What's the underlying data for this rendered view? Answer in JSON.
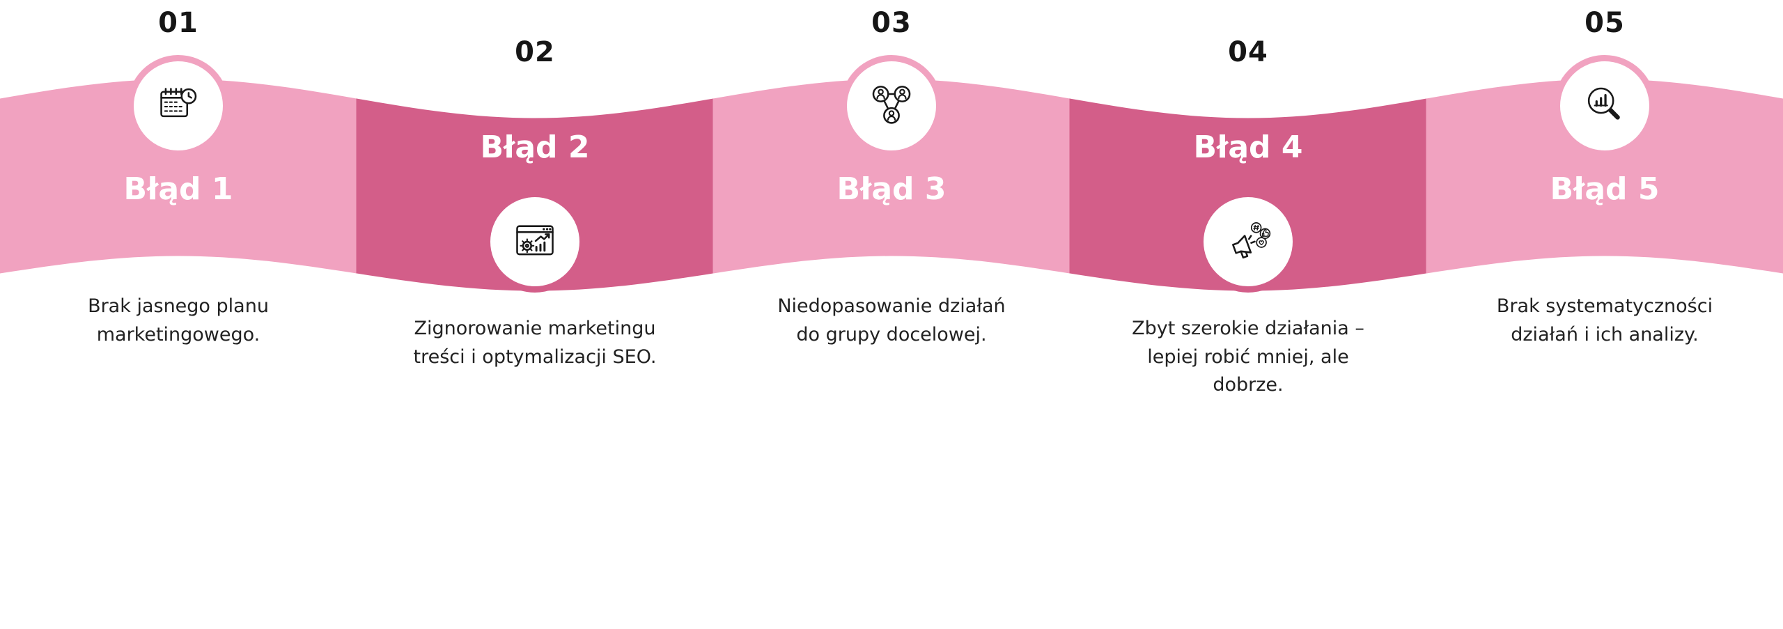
{
  "colors": {
    "light_pink": "#F1A2C0",
    "dark_pink": "#D35E89",
    "number_text": "#161616",
    "label_text": "#FFFFFF",
    "description_text": "#222222",
    "background": "#FFFFFF",
    "icon_stroke": "#191919"
  },
  "steps": [
    {
      "number": "01",
      "label": "Błąd 1",
      "description": "Brak jasnego planu marketingowego.",
      "icon": "calendar-clock-icon",
      "position": "top"
    },
    {
      "number": "02",
      "label": "Błąd 2",
      "description": "Zignorowanie marketingu treści i optymalizacji SEO.",
      "icon": "seo-browser-gear-icon",
      "position": "bottom"
    },
    {
      "number": "03",
      "label": "Błąd 3",
      "description": "Niedopasowanie działań do grupy docelowej.",
      "icon": "audience-network-icon",
      "position": "top"
    },
    {
      "number": "04",
      "label": "Błąd 4",
      "description": "Zbyt szerokie działania – lepiej robić mniej, ale dobrze.",
      "icon": "megaphone-social-icon",
      "position": "bottom"
    },
    {
      "number": "05",
      "label": "Błąd 5",
      "description": "Brak systematyczności działań i ich analizy.",
      "icon": "magnifier-chart-icon",
      "position": "top"
    }
  ]
}
